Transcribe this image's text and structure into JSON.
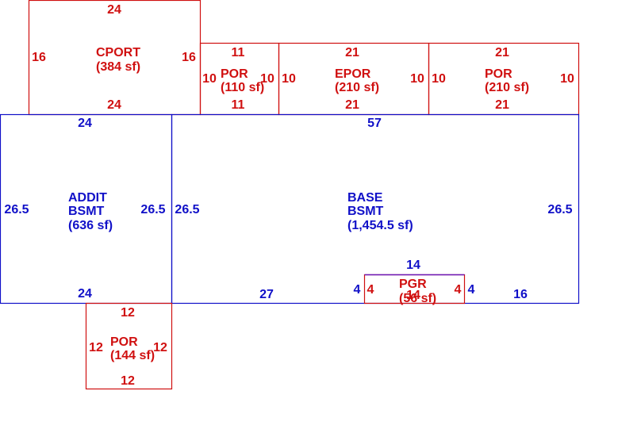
{
  "colors": {
    "porch": "#d01010",
    "basement": "#1010c8",
    "garage_top": "#6a1ab8"
  },
  "areas": {
    "cport": {
      "name": "CPORT",
      "area": "(384 sf)",
      "top": "24",
      "bottom": "24",
      "left": "16",
      "right": "16"
    },
    "por_small": {
      "name": "POR",
      "area": "(110 sf)",
      "top": "11",
      "bottom": "11",
      "left": "10",
      "right": "10"
    },
    "epor": {
      "name": "EPOR",
      "area": "(210 sf)",
      "top": "21",
      "bottom": "21",
      "left": "10",
      "right": "10"
    },
    "por_right": {
      "name": "POR",
      "area": "(210 sf)",
      "top": "21",
      "bottom": "21",
      "left": "10",
      "right": "10"
    },
    "addit": {
      "name1": "ADDIT",
      "name2": "BSMT",
      "area": "(636 sf)",
      "top": "24",
      "bottom": "24",
      "left": "26.5",
      "right": "26.5"
    },
    "base": {
      "name1": "BASE",
      "name2": "BSMT",
      "area": "(1,454.5 sf)",
      "top": "57",
      "bottom_left": "27",
      "bottom_right": "16",
      "left": "26.5",
      "right": "26.5",
      "notch_top": "14",
      "notch_left": "4",
      "notch_right": "4"
    },
    "pgr": {
      "name": "PGR",
      "area": "(56 sf)",
      "bottom": "14",
      "left": "4",
      "right": "4"
    },
    "por_bottom": {
      "name": "POR",
      "area": "(144 sf)",
      "top": "12",
      "bottom": "12",
      "left": "12",
      "right": "12"
    }
  }
}
